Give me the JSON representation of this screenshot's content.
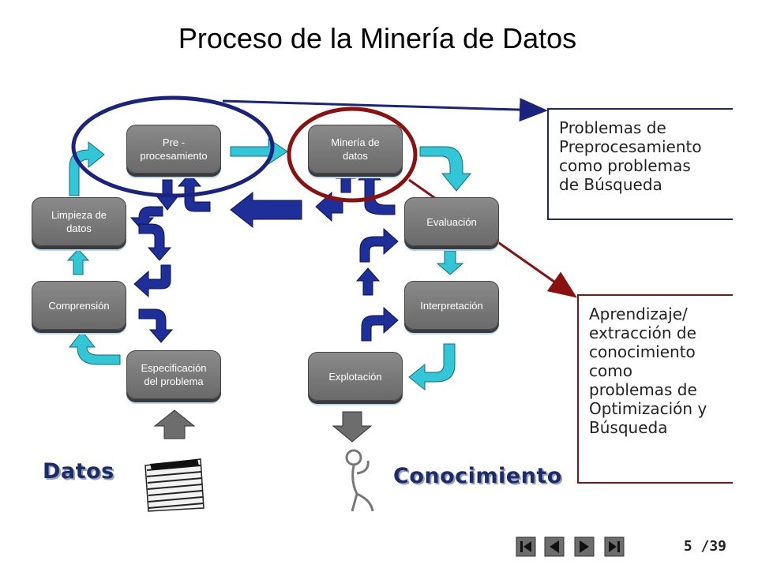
{
  "slide": {
    "title": "Proceso de la Minería de Datos"
  },
  "stages": {
    "preprocesamiento": "Pre -\nprocesamiento",
    "mineria": "Minería de\ndatos",
    "limpieza": "Limpieza de\ndatos",
    "comprension": "Comprensión",
    "especificacion": "Especificación\ndel problema",
    "evaluacion": "Evaluación",
    "interpretacion": "Interpretación",
    "explotacion": "Explotación"
  },
  "notes": {
    "preprocessing_note": "Problemas de\nPreprocesamiento\ncomo problemas\nde Búsqueda",
    "mining_note": "Aprendizaje/\nextracción de\nconocimiento\ncomo\nproblemas de\nOptimización y\nBúsqueda"
  },
  "labels": {
    "datos": "Datos",
    "conocimiento": "Conocimiento"
  },
  "navigation": {
    "first_icon": "first-page-icon",
    "prev_icon": "previous-page-icon",
    "next_icon": "next-page-icon",
    "last_icon": "last-page-icon",
    "page_indicator": "5 /39"
  },
  "colors": {
    "stage_box": "#7a7a7a",
    "dark_arrow": "#1f2f9a",
    "cyan_arrow": "#33c6d6",
    "preprocessing_ellipse": "#1a237e",
    "mining_ellipse": "#8b1111"
  }
}
